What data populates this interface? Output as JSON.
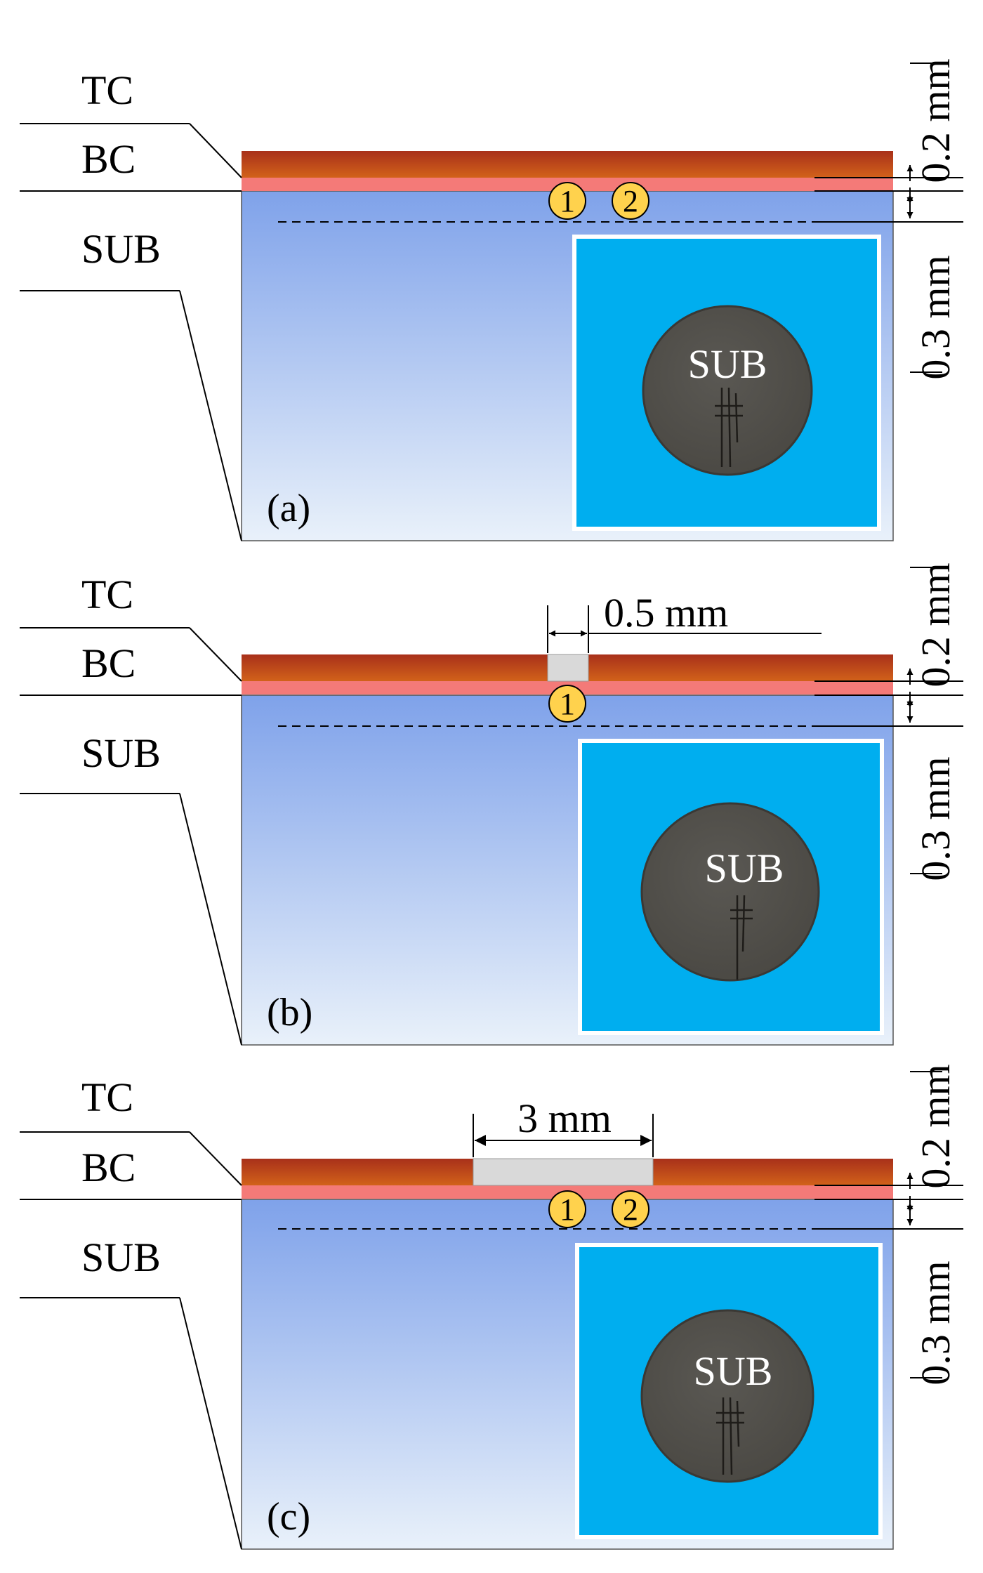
{
  "colors": {
    "top_coat_dark": "#A8301A",
    "top_coat_light": "#D2621A",
    "bond_coat": "#F47A78",
    "substrate_top": "#7FA2EA",
    "substrate_bottom": "#E9F1FA",
    "inset_background": "#00AEEF",
    "damage_zone": "#D9D9D9",
    "thermocouple_marker": "#FFD24D",
    "sample_disc": "#4A4843"
  },
  "panels": [
    {
      "layer_labels": {
        "tc": "TC",
        "bc": "BC",
        "sub": "SUB"
      },
      "markers": [
        "1",
        "2"
      ],
      "panel_label": "(a)",
      "sample_label": "SUB",
      "dims": {
        "coating": "0.2 mm",
        "depth": "0.3 mm"
      },
      "damage": null
    },
    {
      "layer_labels": {
        "tc": "TC",
        "bc": "BC",
        "sub": "SUB"
      },
      "markers": [
        "1"
      ],
      "panel_label": "(b)",
      "sample_label": "SUB",
      "dims": {
        "coating": "0.2 mm",
        "depth": "0.3 mm"
      },
      "damage": {
        "width_label": "0.5 mm",
        "width_mm": 0.5
      }
    },
    {
      "layer_labels": {
        "tc": "TC",
        "bc": "BC",
        "sub": "SUB"
      },
      "markers": [
        "1",
        "2"
      ],
      "panel_label": "(c)",
      "sample_label": "SUB",
      "dims": {
        "coating": "0.2 mm",
        "depth": "0.3 mm"
      },
      "damage": {
        "width_label": "3 mm",
        "width_mm": 3
      }
    }
  ]
}
